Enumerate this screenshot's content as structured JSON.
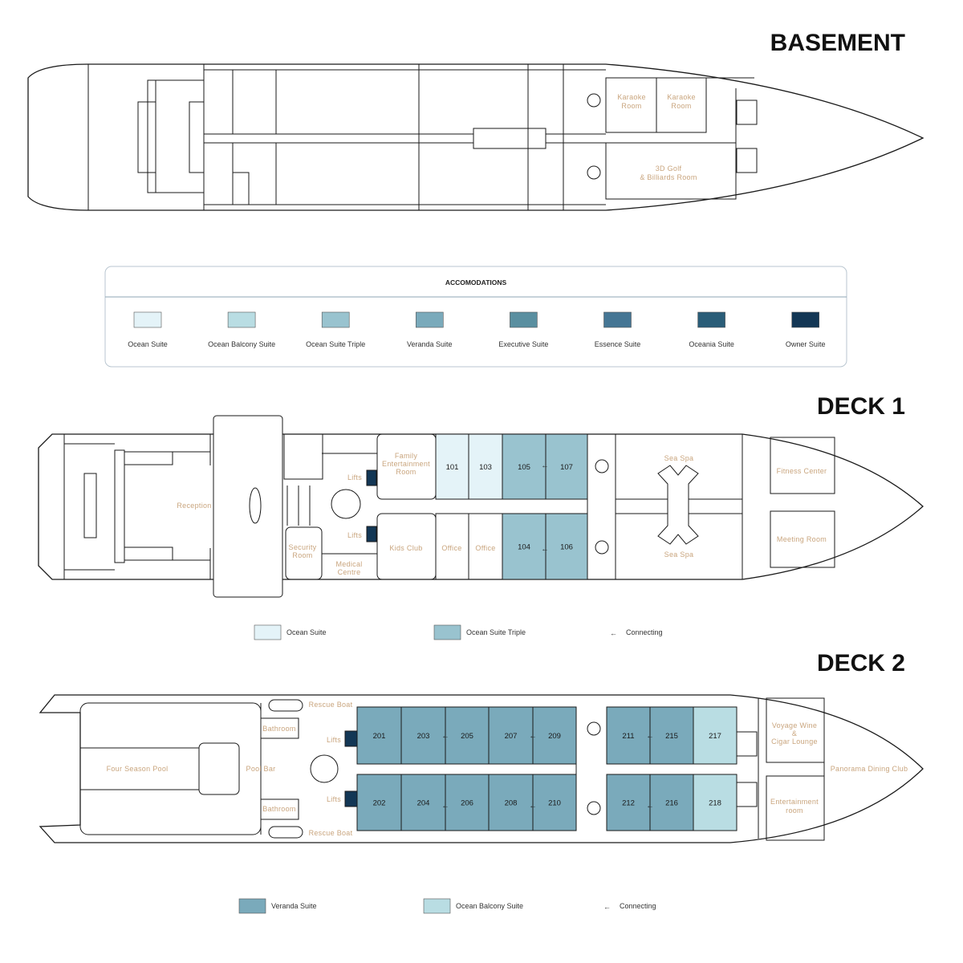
{
  "colors": {
    "ocean_suite": "#e4f3f8",
    "ocean_balcony_suite": "#b9dde3",
    "ocean_suite_triple": "#99c3cf",
    "veranda_suite": "#7aaabb",
    "executive_suite": "#5a8fa0",
    "essence_suite": "#457694",
    "oceania_suite": "#2a5d78",
    "owner_suite": "#133755",
    "room_label": "#c9a57e"
  },
  "basement": {
    "title": "BASEMENT",
    "rooms": {
      "karaoke_1": [
        "Karaoke",
        "Room"
      ],
      "karaoke_2": [
        "Karaoke",
        "Room"
      ],
      "golf": [
        "3D Golf",
        "& Billiards Room"
      ]
    }
  },
  "legend": {
    "title": "ACCOMODATIONS",
    "items": [
      {
        "label": "Ocean Suite",
        "color": "#e4f3f8"
      },
      {
        "label": "Ocean Balcony Suite",
        "color": "#b9dde3"
      },
      {
        "label": "Ocean Suite Triple",
        "color": "#99c3cf"
      },
      {
        "label": "Veranda Suite",
        "color": "#7aaabb"
      },
      {
        "label": "Executive Suite",
        "color": "#5a8fa0"
      },
      {
        "label": "Essence Suite",
        "color": "#457694"
      },
      {
        "label": "Oceania Suite",
        "color": "#2a5d78"
      },
      {
        "label": "Owner Suite",
        "color": "#133755"
      }
    ]
  },
  "deck1": {
    "title": "DECK 1",
    "rooms": {
      "reception": "Reception",
      "security": [
        "Security",
        "Room"
      ],
      "medical": [
        "Medical",
        "Centre"
      ],
      "lifts_top": "Lifts",
      "lifts_bottom": "Lifts",
      "family": [
        "Family",
        "Entertainment",
        "Room"
      ],
      "kids": "Kids Club",
      "office_1": "Office",
      "office_2": "Office",
      "spa_top": "Sea Spa",
      "spa_bottom": "Sea Spa",
      "fitness": "Fitness Center",
      "meeting": "Meeting Room"
    },
    "cabins": [
      {
        "number": "101",
        "type": "Ocean Suite",
        "color": "#e4f3f8"
      },
      {
        "number": "103",
        "type": "Ocean Suite",
        "color": "#e4f3f8"
      },
      {
        "number": "105",
        "type": "Ocean Suite Triple",
        "color": "#99c3cf"
      },
      {
        "number": "107",
        "type": "Ocean Suite Triple",
        "color": "#99c3cf"
      },
      {
        "number": "104",
        "type": "Ocean Suite Triple",
        "color": "#99c3cf"
      },
      {
        "number": "106",
        "type": "Ocean Suite Triple",
        "color": "#99c3cf"
      }
    ],
    "connecting_arrow": "←",
    "legend": [
      {
        "label": "Ocean Suite",
        "color": "#e4f3f8"
      },
      {
        "label": "Ocean Suite Triple",
        "color": "#99c3cf"
      },
      {
        "label": "Connecting",
        "symbol": "←"
      }
    ]
  },
  "deck2": {
    "title": "DECK 2",
    "rooms": {
      "pool": "Four Season Pool",
      "pool_bar": "Pool Bar",
      "bathroom_top": "Bathroom",
      "bathroom_bottom": "Bathroom",
      "lifts_top": "Lifts",
      "lifts_bottom": "Lifts",
      "rescue_top": "Rescue Boat",
      "rescue_bottom": "Rescue Boat",
      "wine": [
        "Voyage Wine",
        "&",
        "Cigar Lounge"
      ],
      "entertainment": [
        "Entertainment",
        "room"
      ],
      "panorama": "Panorama Dining Club"
    },
    "cabins": [
      {
        "number": "201",
        "type": "Veranda Suite",
        "color": "#7aaabb"
      },
      {
        "number": "203",
        "type": "Veranda Suite",
        "color": "#7aaabb"
      },
      {
        "number": "205",
        "type": "Veranda Suite",
        "color": "#7aaabb"
      },
      {
        "number": "207",
        "type": "Veranda Suite",
        "color": "#7aaabb"
      },
      {
        "number": "209",
        "type": "Veranda Suite",
        "color": "#7aaabb"
      },
      {
        "number": "211",
        "type": "Veranda Suite",
        "color": "#7aaabb"
      },
      {
        "number": "215",
        "type": "Veranda Suite",
        "color": "#7aaabb"
      },
      {
        "number": "217",
        "type": "Ocean Balcony Suite",
        "color": "#b9dde3"
      },
      {
        "number": "202",
        "type": "Veranda Suite",
        "color": "#7aaabb"
      },
      {
        "number": "204",
        "type": "Veranda Suite",
        "color": "#7aaabb"
      },
      {
        "number": "206",
        "type": "Veranda Suite",
        "color": "#7aaabb"
      },
      {
        "number": "208",
        "type": "Veranda Suite",
        "color": "#7aaabb"
      },
      {
        "number": "210",
        "type": "Veranda Suite",
        "color": "#7aaabb"
      },
      {
        "number": "212",
        "type": "Veranda Suite",
        "color": "#7aaabb"
      },
      {
        "number": "216",
        "type": "Veranda Suite",
        "color": "#7aaabb"
      },
      {
        "number": "218",
        "type": "Ocean Balcony Suite",
        "color": "#b9dde3"
      }
    ],
    "connecting_arrow": "←",
    "legend": [
      {
        "label": "Veranda Suite",
        "color": "#7aaabb"
      },
      {
        "label": "Ocean Balcony Suite",
        "color": "#b9dde3"
      },
      {
        "label": "Connecting",
        "symbol": "←"
      }
    ]
  }
}
